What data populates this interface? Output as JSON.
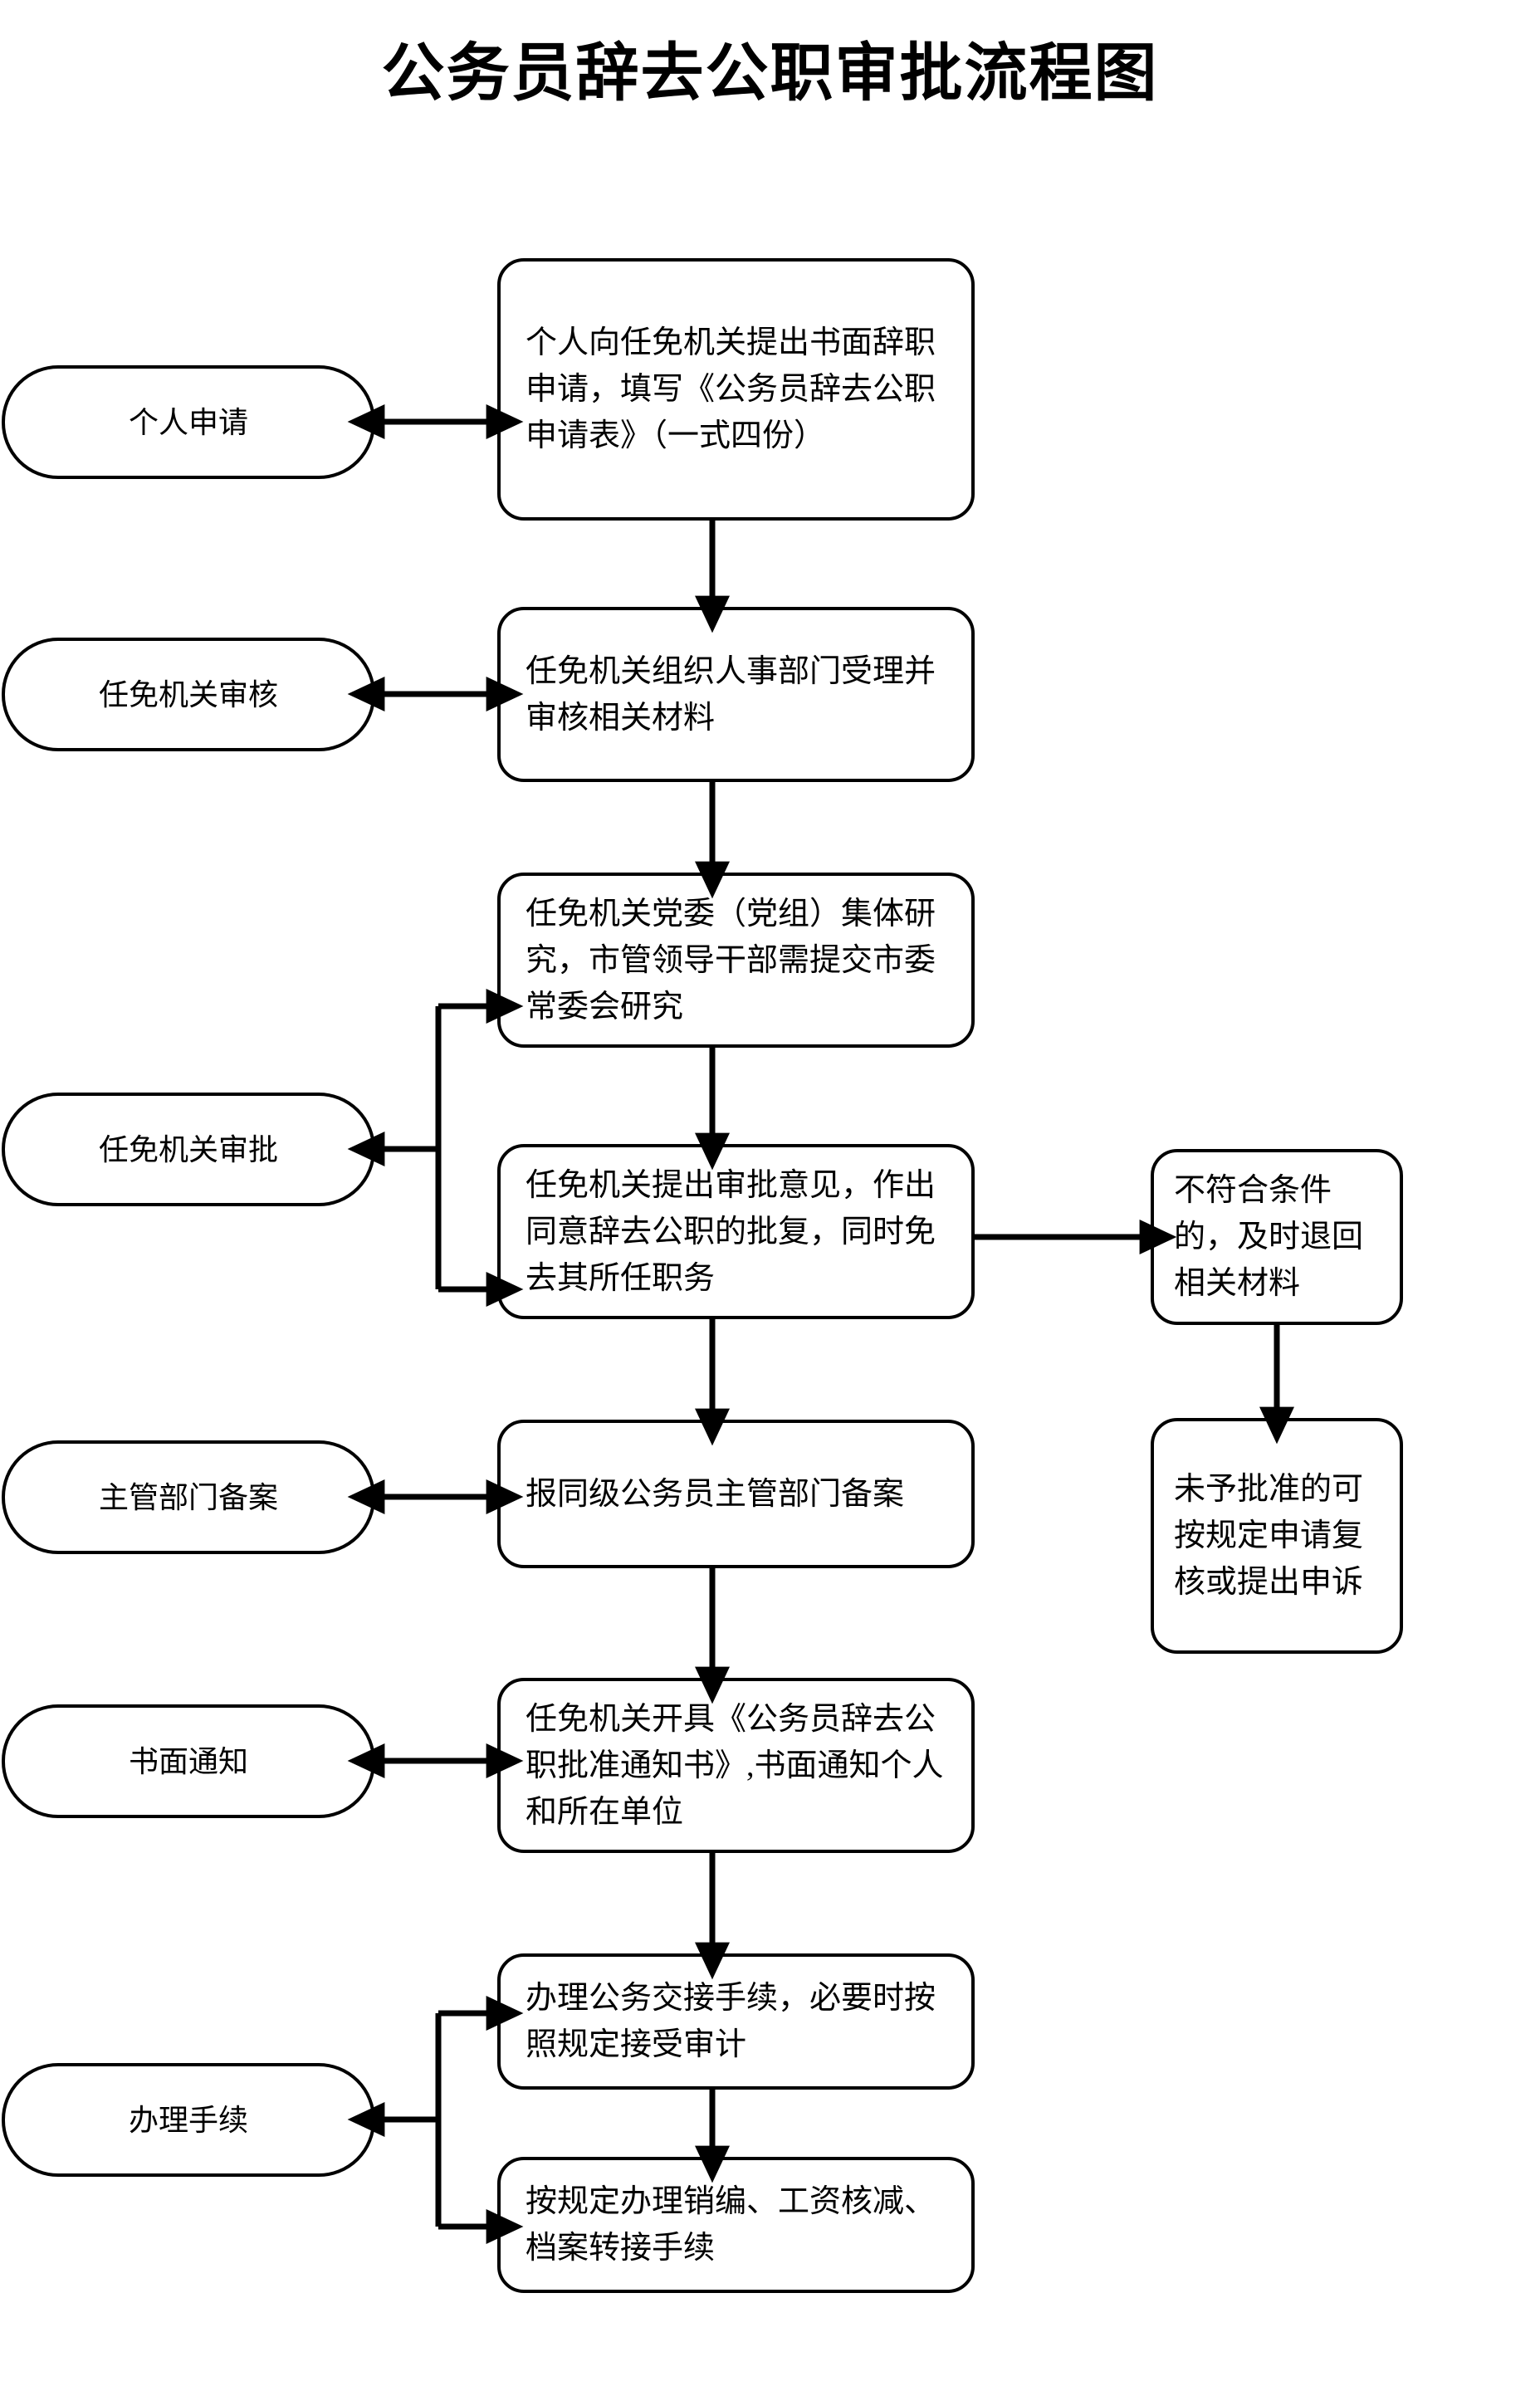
{
  "title": "公务员辞去公职审批流程图",
  "stages": [
    {
      "id": "stage-application",
      "label": "个人申请"
    },
    {
      "id": "stage-review",
      "label": "任免机关审核"
    },
    {
      "id": "stage-approval",
      "label": "任免机关审批"
    },
    {
      "id": "stage-filing",
      "label": "主管部门备案"
    },
    {
      "id": "stage-notification",
      "label": "书面通知"
    },
    {
      "id": "stage-formalities",
      "label": "办理手续"
    }
  ],
  "process_steps": [
    {
      "id": "step-submit-application",
      "text": "个人向任免机关提出书面辞职申请，填写《公务员辞去公职申请表》（一式四份）"
    },
    {
      "id": "step-accept-review",
      "text": "任免机关组织人事部门受理并审核相关材料"
    },
    {
      "id": "step-party-committee",
      "text": "任免机关党委（党组）集体研究，市管领导干部需提交市委常委会研究"
    },
    {
      "id": "step-approval-opinion",
      "text": "任免机关提出审批意见，作出同意辞去公职的批复，同时免去其所任职务"
    },
    {
      "id": "step-file-record",
      "text": "报同级公务员主管部门备案"
    },
    {
      "id": "step-written-notice",
      "text": "任免机关开具《公务员辞去公职批准通知书》,书面通知个人和所在单位"
    },
    {
      "id": "step-handover-audit",
      "text": "办理公务交接手续，必要时按照规定接受审计"
    },
    {
      "id": "step-payroll-archive",
      "text": "按规定办理销编、工资核减、档案转接手续"
    }
  ],
  "branch_steps": [
    {
      "id": "branch-return-materials",
      "text": "不符合条件的，及时退回相关材料"
    },
    {
      "id": "branch-appeal",
      "text": "未予批准的可按规定申请复核或提出申诉"
    }
  ],
  "colors": {
    "stroke": "#000000",
    "fill": "#ffffff",
    "text": "#000000"
  }
}
